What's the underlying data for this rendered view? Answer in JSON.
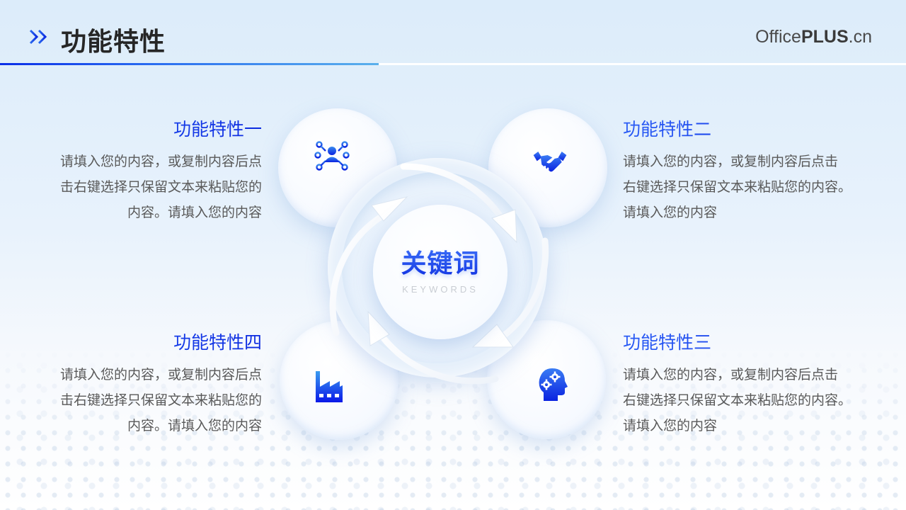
{
  "header": {
    "title": "功能特性",
    "chevron_icon": "double-chevron-right-icon",
    "brand_prefix": "Office",
    "brand_bold": "PLUS",
    "brand_suffix": ".cn"
  },
  "center": {
    "keyword": "关键词",
    "keyword_en": "KEYWORDS"
  },
  "features": [
    {
      "id": "f1",
      "title": "功能特性一",
      "icon": "network-person-icon",
      "lines": [
        "请填入您的内容，或复制内容后点",
        "击右键选择只保留文本来粘贴您的",
        "内容。请填入您的内容"
      ]
    },
    {
      "id": "f2",
      "title": "功能特性二",
      "icon": "handshake-icon",
      "lines": [
        "请填入您的内容，或复制内容后点击",
        "右键选择只保留文本来粘贴您的内容。",
        "请填入您的内容"
      ]
    },
    {
      "id": "f3",
      "title": "功能特性三",
      "icon": "head-gears-icon",
      "lines": [
        "请填入您的内容，或复制内容后点击",
        "右键选择只保留文本来粘贴您的内容。",
        "请填入您的内容"
      ]
    },
    {
      "id": "f4",
      "title": "功能特性四",
      "icon": "factory-icon",
      "lines": [
        "请填入您的内容，或复制内容后点",
        "击右键选择只保留文本来粘贴您的",
        "内容。请填入您的内容"
      ]
    }
  ],
  "colors": {
    "accent_blue": "#1440e8",
    "accent_light": "#5ab0ec",
    "title_text": "#262626",
    "body_text": "#595959",
    "keyword_en": "#c9cdd3"
  }
}
